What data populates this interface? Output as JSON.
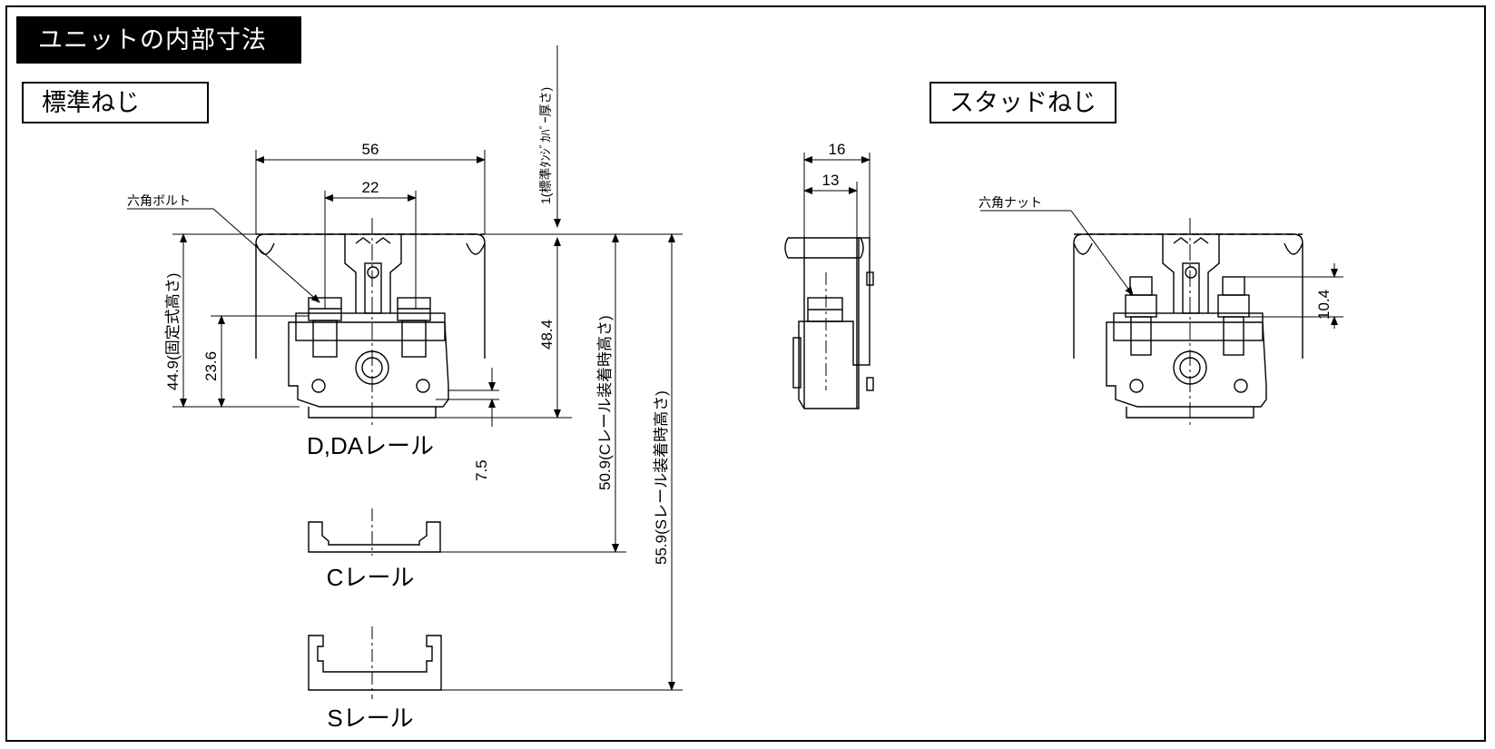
{
  "header": {
    "title": "ユニットの内部寸法"
  },
  "sections": {
    "standard": "標準ねじ",
    "stud": "スタッドねじ"
  },
  "callouts": {
    "hex_bolt": "六角ボルト",
    "hex_nut": "六角ナット"
  },
  "dimensions": {
    "width_56": "56",
    "width_22": "22",
    "cover_thickness": "1(標準ﾀﾝｼﾞｶﾊﾞｰ厚さ)",
    "fixed_height": "44.9(固定式高さ)",
    "h_23_6": "23.6",
    "h_48_4": "48.4",
    "h_7_5": "7.5",
    "c_rail_height": "50.9(Cレール装着時高さ)",
    "s_rail_height": "55.9(Sレール装着時高さ)",
    "side_16": "16",
    "side_13": "13",
    "stud_10_4": "10.4"
  },
  "rails": {
    "d_da": "D,DAレール",
    "c": "Cレール",
    "s": "Sレール"
  }
}
